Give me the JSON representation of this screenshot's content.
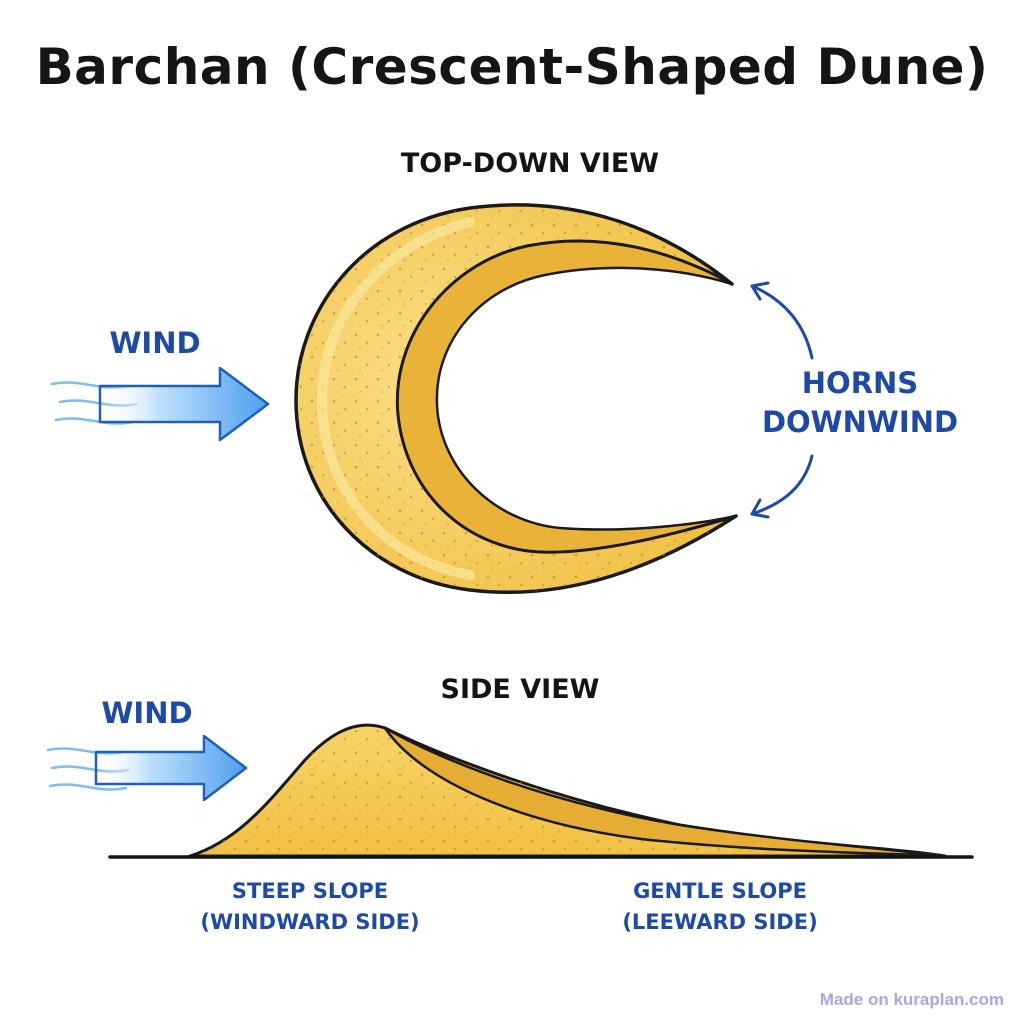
{
  "title": "Barchan (Crescent-Shaped Dune)",
  "top_view": {
    "heading": "TOP-DOWN VIEW",
    "wind_label": "WIND",
    "horns_label_line1": "HORNS",
    "horns_label_line2": "DOWNWIND"
  },
  "side_view": {
    "heading": "SIDE VIEW",
    "wind_label": "WIND",
    "steep_line1": "STEEP SLOPE",
    "steep_line2": "(WINDWARD SIDE)",
    "gentle_line1": "GENTLE SLOPE",
    "gentle_line2": "(LEEWARD SIDE)"
  },
  "colors": {
    "sand": "#f4c94c",
    "sand_light": "#f9dc7c",
    "sand_shade": "#e3a92c",
    "outline": "#1a1a1a",
    "label_blue": "#1d4aa8",
    "wind_blue": "#5aa9f0"
  },
  "icons": {
    "wind_arrow": "wind-arrow-icon",
    "curved_arrow": "curved-arrow-icon"
  },
  "watermark": "Made on kuraplan.com"
}
